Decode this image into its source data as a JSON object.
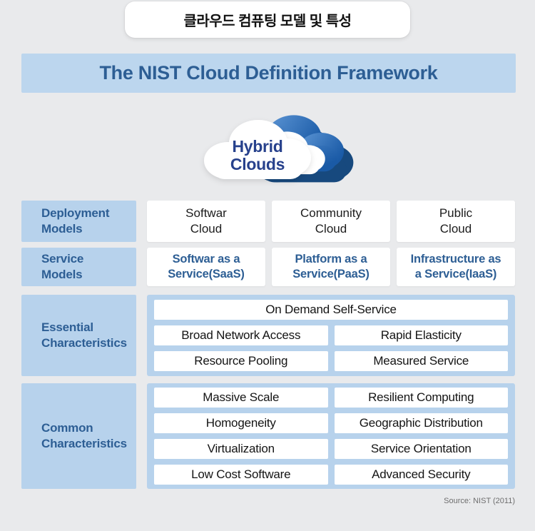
{
  "page": {
    "background_color": "#e9eaec",
    "accent_light_blue": "#b7d2ec",
    "accent_text_blue": "#2d5e94",
    "source_note": "Source: NIST (2011)"
  },
  "topic_tab": {
    "label": "클라우드 컴퓨팅 모델 및 특성"
  },
  "header": {
    "title": "The NIST Cloud Definition Framework"
  },
  "cloud": {
    "line1": "Hybrid",
    "line2": "Clouds",
    "colors": {
      "navy": "#17497e",
      "blue_gradient_start": "#5e97d6",
      "blue_gradient_end": "#1a5aa6",
      "white": "#ffffff",
      "text": "#27418c"
    }
  },
  "framework": {
    "deployment": {
      "label": "Deployment\nModels",
      "cells": [
        "Softwar\nCloud",
        "Community\nCloud",
        "Public\nCloud"
      ]
    },
    "service": {
      "label": "Service\nModels",
      "cells": [
        "Softwar as a\nService(SaaS)",
        "Platform as a\nService(PaaS)",
        "Infrastructure as\na Service(IaaS)"
      ]
    },
    "essential": {
      "label": "Essential\nCharacteristics",
      "full_row": "On Demand Self-Service",
      "cells": [
        "Broad Network Access",
        "Rapid Elasticity",
        "Resource Pooling",
        "Measured Service"
      ]
    },
    "common": {
      "label": "Common\nCharacteristics",
      "cells": [
        "Massive Scale",
        "Resilient Computing",
        "Homogeneity",
        "Geographic Distribution",
        "Virtualization",
        "Service Orientation",
        "Low Cost Software",
        "Advanced Security"
      ]
    }
  }
}
